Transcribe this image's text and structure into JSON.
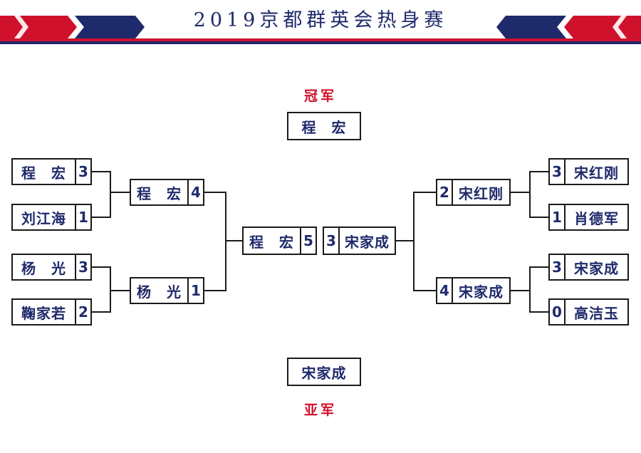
{
  "title": "2019京都群英会热身赛",
  "champion": {
    "label": "冠军",
    "name": "程　宏"
  },
  "runner_up": {
    "label": "亚军",
    "name": "宋家成"
  },
  "left": {
    "round1": [
      {
        "name": "程　宏",
        "score": "3"
      },
      {
        "name": "刘江海",
        "score": "1"
      },
      {
        "name": "杨　光",
        "score": "3"
      },
      {
        "name": "鞠家若",
        "score": "2"
      }
    ],
    "round2": [
      {
        "name": "程　宏",
        "score": "4"
      },
      {
        "name": "杨　光",
        "score": "1"
      }
    ],
    "final": {
      "name": "程　宏",
      "score": "5"
    }
  },
  "right": {
    "round1": [
      {
        "name": "宋红刚",
        "score": "3"
      },
      {
        "name": "肖德军",
        "score": "1"
      },
      {
        "name": "宋家成",
        "score": "3"
      },
      {
        "name": "高洁玉",
        "score": "0"
      }
    ],
    "round2": [
      {
        "name": "宋红刚",
        "score": "2"
      },
      {
        "name": "宋家成",
        "score": "4"
      }
    ],
    "final": {
      "name": "宋家成",
      "score": "3"
    }
  },
  "colors": {
    "navy": "#1f2a6b",
    "red": "#d0112b",
    "line": "#1a1a1a"
  }
}
